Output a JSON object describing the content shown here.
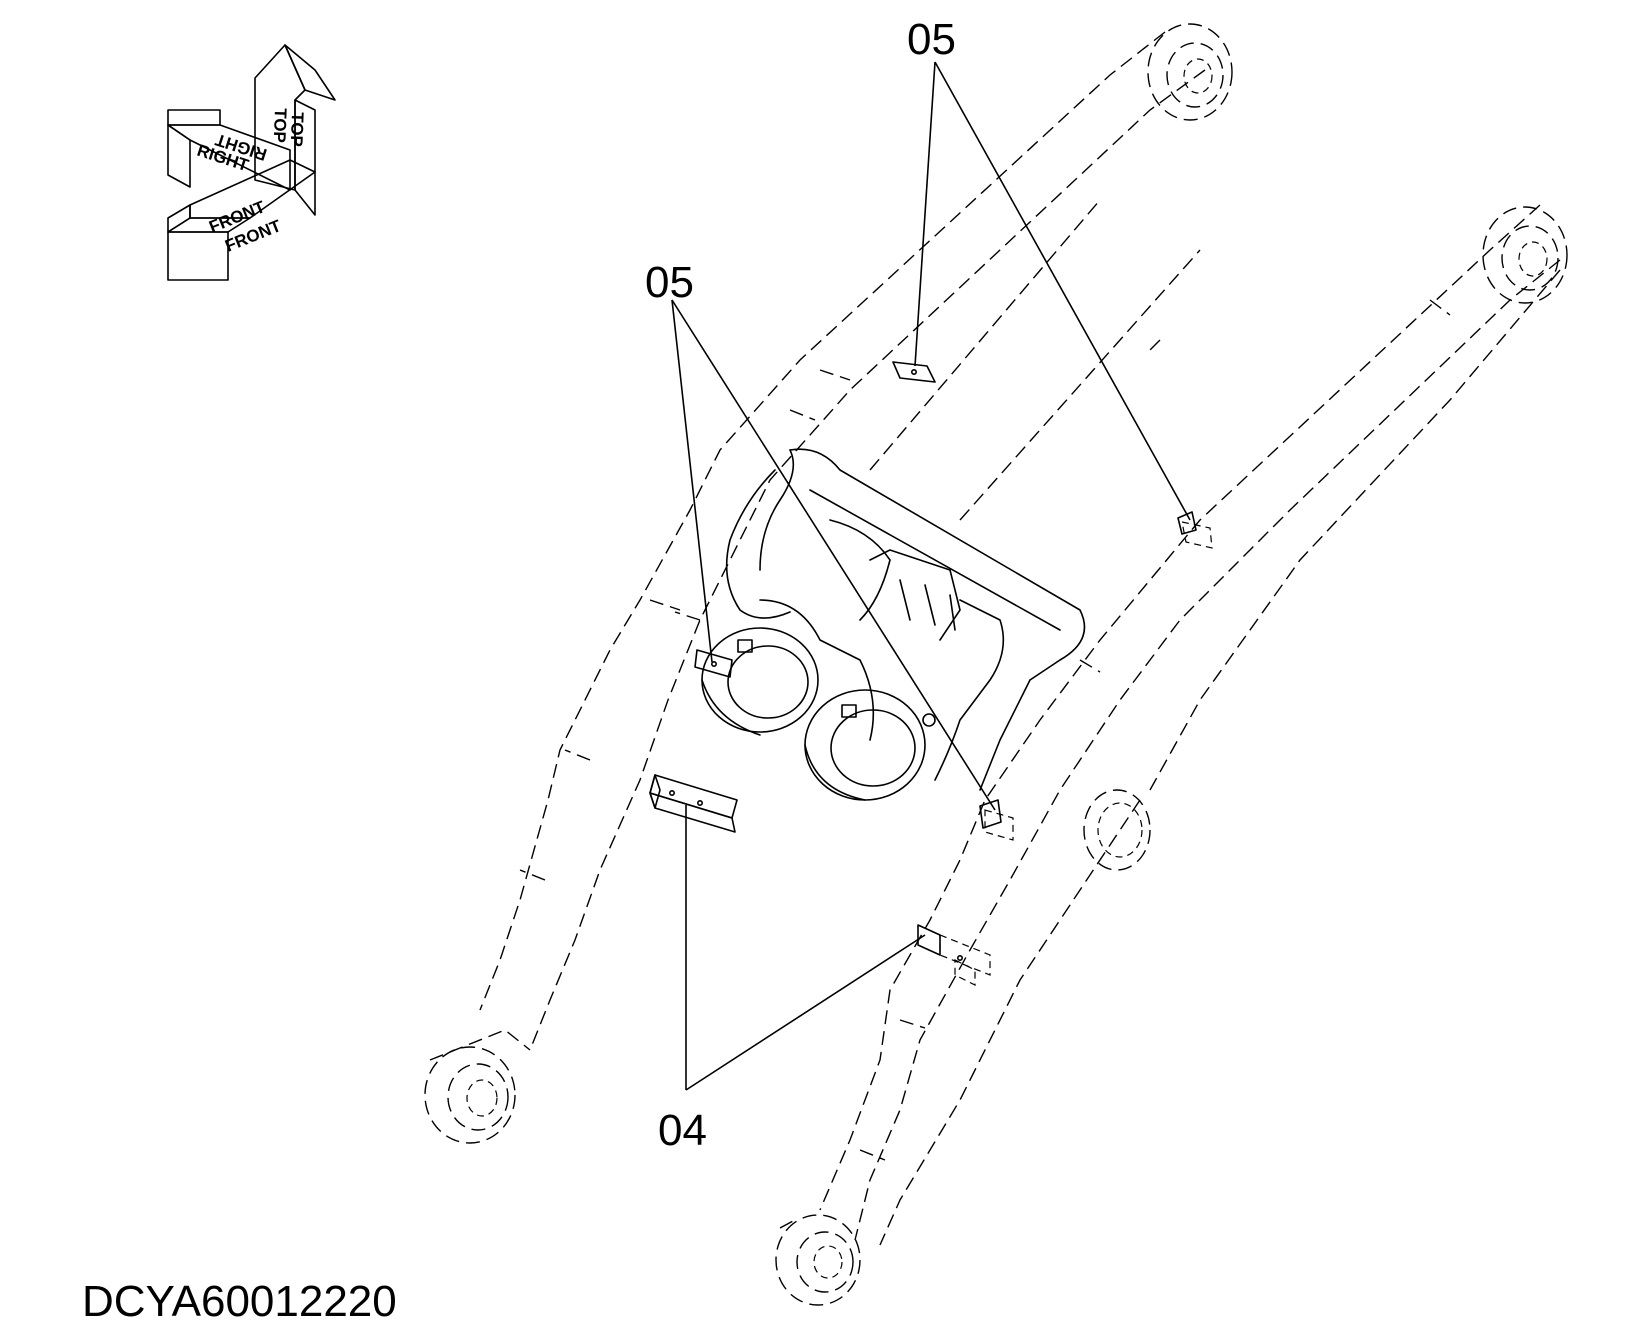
{
  "orientation_labels": {
    "top": "TOP",
    "right": "RIGHT",
    "front": "FRONT"
  },
  "callouts": {
    "top_05": "05",
    "mid_05": "05",
    "bottom_04": "04"
  },
  "drawing_id": "DCYA60012220"
}
